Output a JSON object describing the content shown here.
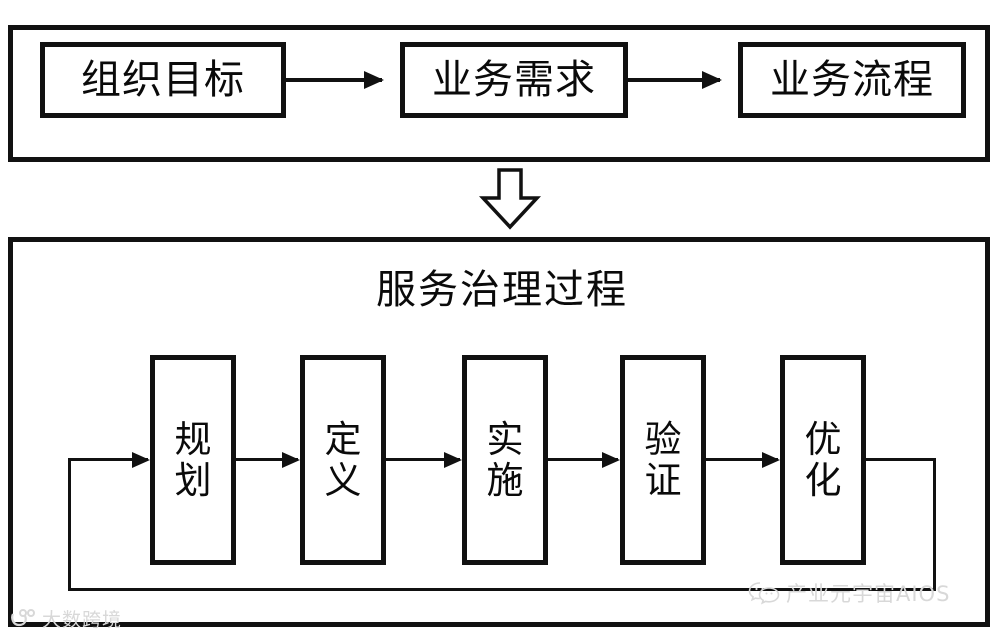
{
  "diagram": {
    "top_section": {
      "name": "business-context-chain",
      "nodes": [
        {
          "label": "组织目标"
        },
        {
          "label": "业务需求"
        },
        {
          "label": "业务流程"
        }
      ],
      "connectors": [
        "arrow-right",
        "arrow-right"
      ],
      "transition_icon": "down-arrow-outline"
    },
    "bottom_section": {
      "title": "服务治理过程",
      "stages": [
        {
          "label": "规划"
        },
        {
          "label": "定义"
        },
        {
          "label": "实施"
        },
        {
          "label": "验证"
        },
        {
          "label": "优化"
        }
      ],
      "connectors": [
        "arrow-right",
        "arrow-right",
        "arrow-right",
        "arrow-right"
      ],
      "feedback_loop": {
        "from": "优化",
        "to": "规划",
        "style": "orthogonal-arrow"
      }
    }
  },
  "watermarks": {
    "left": {
      "icon": "dashu-logo-icon",
      "text": "大数跨境"
    },
    "right": {
      "icon": "wechat-icon",
      "text": "产业元宇宙AIOS"
    }
  },
  "colors": {
    "stroke": "#111111",
    "background": "#ffffff",
    "text": "#0a0a0a",
    "watermark": "#d8d8d8"
  }
}
